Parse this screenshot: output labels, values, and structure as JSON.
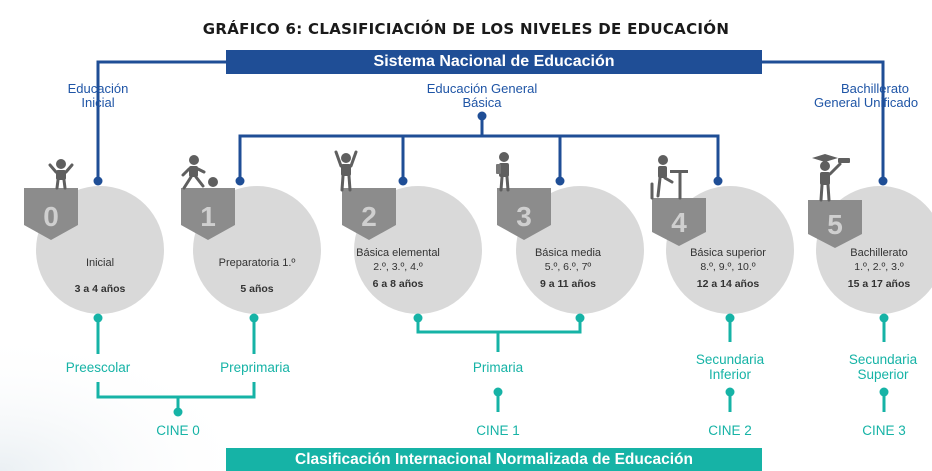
{
  "title": "GRÁFICO 6: CLASIFICIACIÓN DE LOS NIVELES DE EDUCACIÓN",
  "top_banner": "Sistema Nacional de Educación",
  "bottom_banner": "Clasificación Internacional Normalizada de Educación",
  "national_groups": {
    "inicial": [
      "Educación",
      "Inicial"
    ],
    "egb": [
      "Educación General",
      "Básica"
    ],
    "bgu": [
      "Bachillerato",
      "General Unificado"
    ]
  },
  "stages": [
    {
      "number": "0",
      "name": "Inicial",
      "grades": "",
      "ages": "3 a 4 años"
    },
    {
      "number": "1",
      "name": "Preparatoria 1.º",
      "grades": "",
      "ages": "5 años"
    },
    {
      "number": "2",
      "name": "Básica elemental",
      "grades": "2.º, 3.º, 4.º",
      "ages": "6 a 8 años"
    },
    {
      "number": "3",
      "name": "Básica media",
      "grades": "5.º, 6.º, 7º",
      "ages": "9 a 11 años"
    },
    {
      "number": "4",
      "name": "Básica superior",
      "grades": "8.º, 9.º, 10.º",
      "ages": "12 a 14 años"
    },
    {
      "number": "5",
      "name": "Bachillerato",
      "grades": "1.º, 2.º, 3.º",
      "ages": "15 a 17 años"
    }
  ],
  "levels": {
    "preescolar": [
      "Preescolar"
    ],
    "preprimaria": [
      "Preprimaria"
    ],
    "primaria": [
      "Primaria"
    ],
    "secundaria_inferior": [
      "Secundaria",
      "Inferior"
    ],
    "secundaria_superior": [
      "Secundaria",
      "Superior"
    ]
  },
  "cine": [
    "CINE 0",
    "CINE 1",
    "CINE 2",
    "CINE 3"
  ],
  "colors": {
    "blue": "#1f4e96",
    "teal": "#16b3a6",
    "circle": "#d9d9d9",
    "shield": "#8c8c8c",
    "icon": "#5f5f5f"
  },
  "icons": [
    "child-standing-icon",
    "child-ball-icon",
    "child-arms-up-icon",
    "student-backpack-icon",
    "student-desk-icon",
    "graduate-diploma-icon"
  ]
}
